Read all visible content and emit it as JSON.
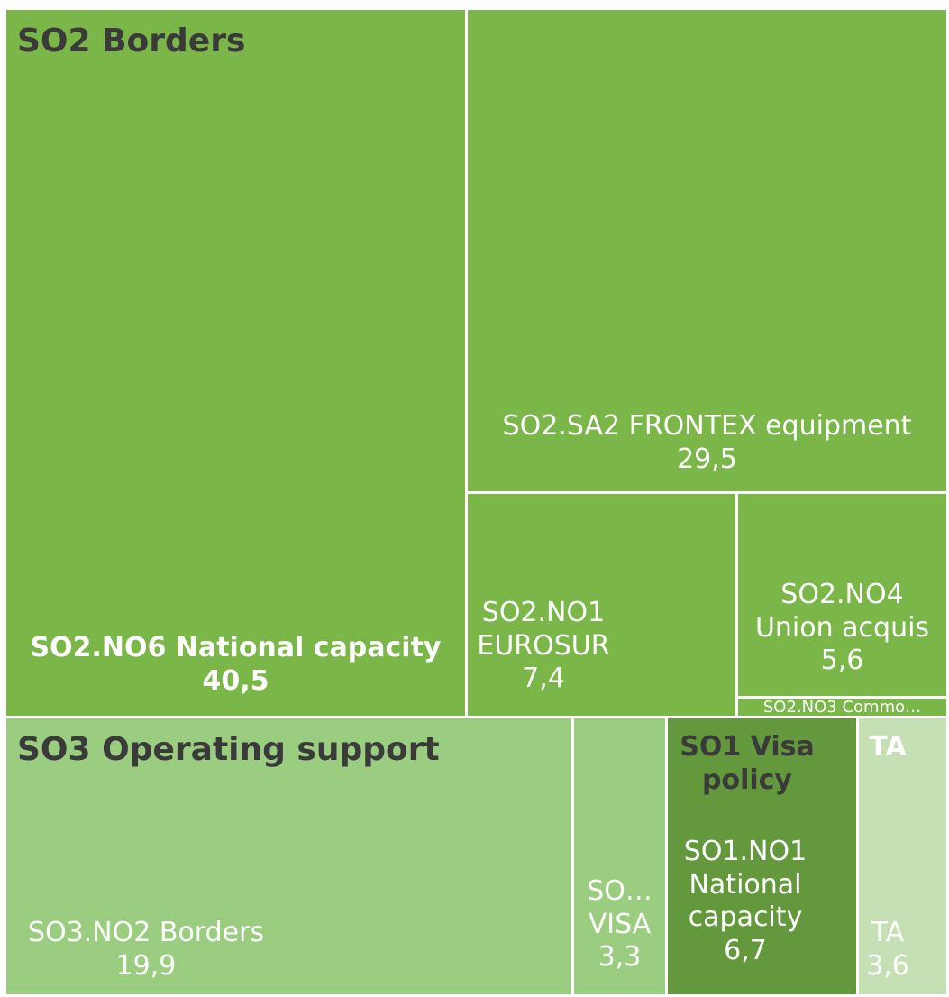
{
  "chart_data": {
    "type": "treemap",
    "groups": [
      {
        "name": "SO2 Borders",
        "color": "#7ab648",
        "items": [
          {
            "name": "SO2.NO6 National capacity",
            "value": 40.5,
            "value_label": "40,5"
          },
          {
            "name": "SO2.SA2 FRONTEX equipment",
            "value": 29.5,
            "value_label": "29,5"
          },
          {
            "name": "SO2.NO1 EUROSUR",
            "label_lines": [
              "SO2.NO1",
              "EUROSUR"
            ],
            "value": 7.4,
            "value_label": "7,4"
          },
          {
            "name": "SO2.NO4 Union acquis",
            "label_lines": [
              "SO2.NO4",
              "Union acquis"
            ],
            "value": 5.6,
            "value_label": "5,6"
          },
          {
            "name": "SO2.NO3 Commo…"
          }
        ]
      },
      {
        "name": "SO3 Operating support",
        "color": "#9acd7f",
        "items": [
          {
            "name": "SO3.NO2 Borders",
            "value": 19.9,
            "value_label": "19,9"
          },
          {
            "name": "SO… VISA",
            "label_lines": [
              "SO…",
              "VISA"
            ],
            "value": 3.3,
            "value_label": "3,3"
          }
        ]
      },
      {
        "name": "SO1 Visa policy",
        "title_lines": [
          "SO1 Visa",
          "policy"
        ],
        "color": "#63993c",
        "items": [
          {
            "name": "SO1.NO1 National capacity",
            "label_lines": [
              "SO1.NO1",
              "National",
              "capacity"
            ],
            "value": 6.7,
            "value_label": "6,7"
          }
        ]
      },
      {
        "name": "TA",
        "color": "#c4e0b4",
        "items": [
          {
            "name": "TA",
            "value": 3.6,
            "value_label": "3,6"
          }
        ]
      }
    ]
  }
}
